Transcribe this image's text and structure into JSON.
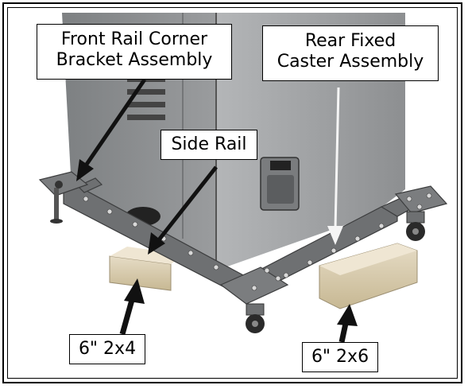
{
  "callouts": {
    "front_rail": {
      "line1": "Front Rail Corner",
      "line2": "Bracket Assembly"
    },
    "rear_caster": {
      "line1": "Rear Fixed",
      "line2": "Caster Assembly"
    },
    "side_rail": {
      "text": "Side Rail"
    },
    "board_2x4": {
      "text": "6\" 2x4"
    },
    "board_2x6": {
      "text": "6\" 2x6"
    }
  },
  "colors": {
    "cabinet": "#8a8c8e",
    "base_rail": "#6e7072",
    "wood": "#d8cbb0",
    "caster_wheel": "#2a2a2a",
    "arrow": "#111111"
  }
}
